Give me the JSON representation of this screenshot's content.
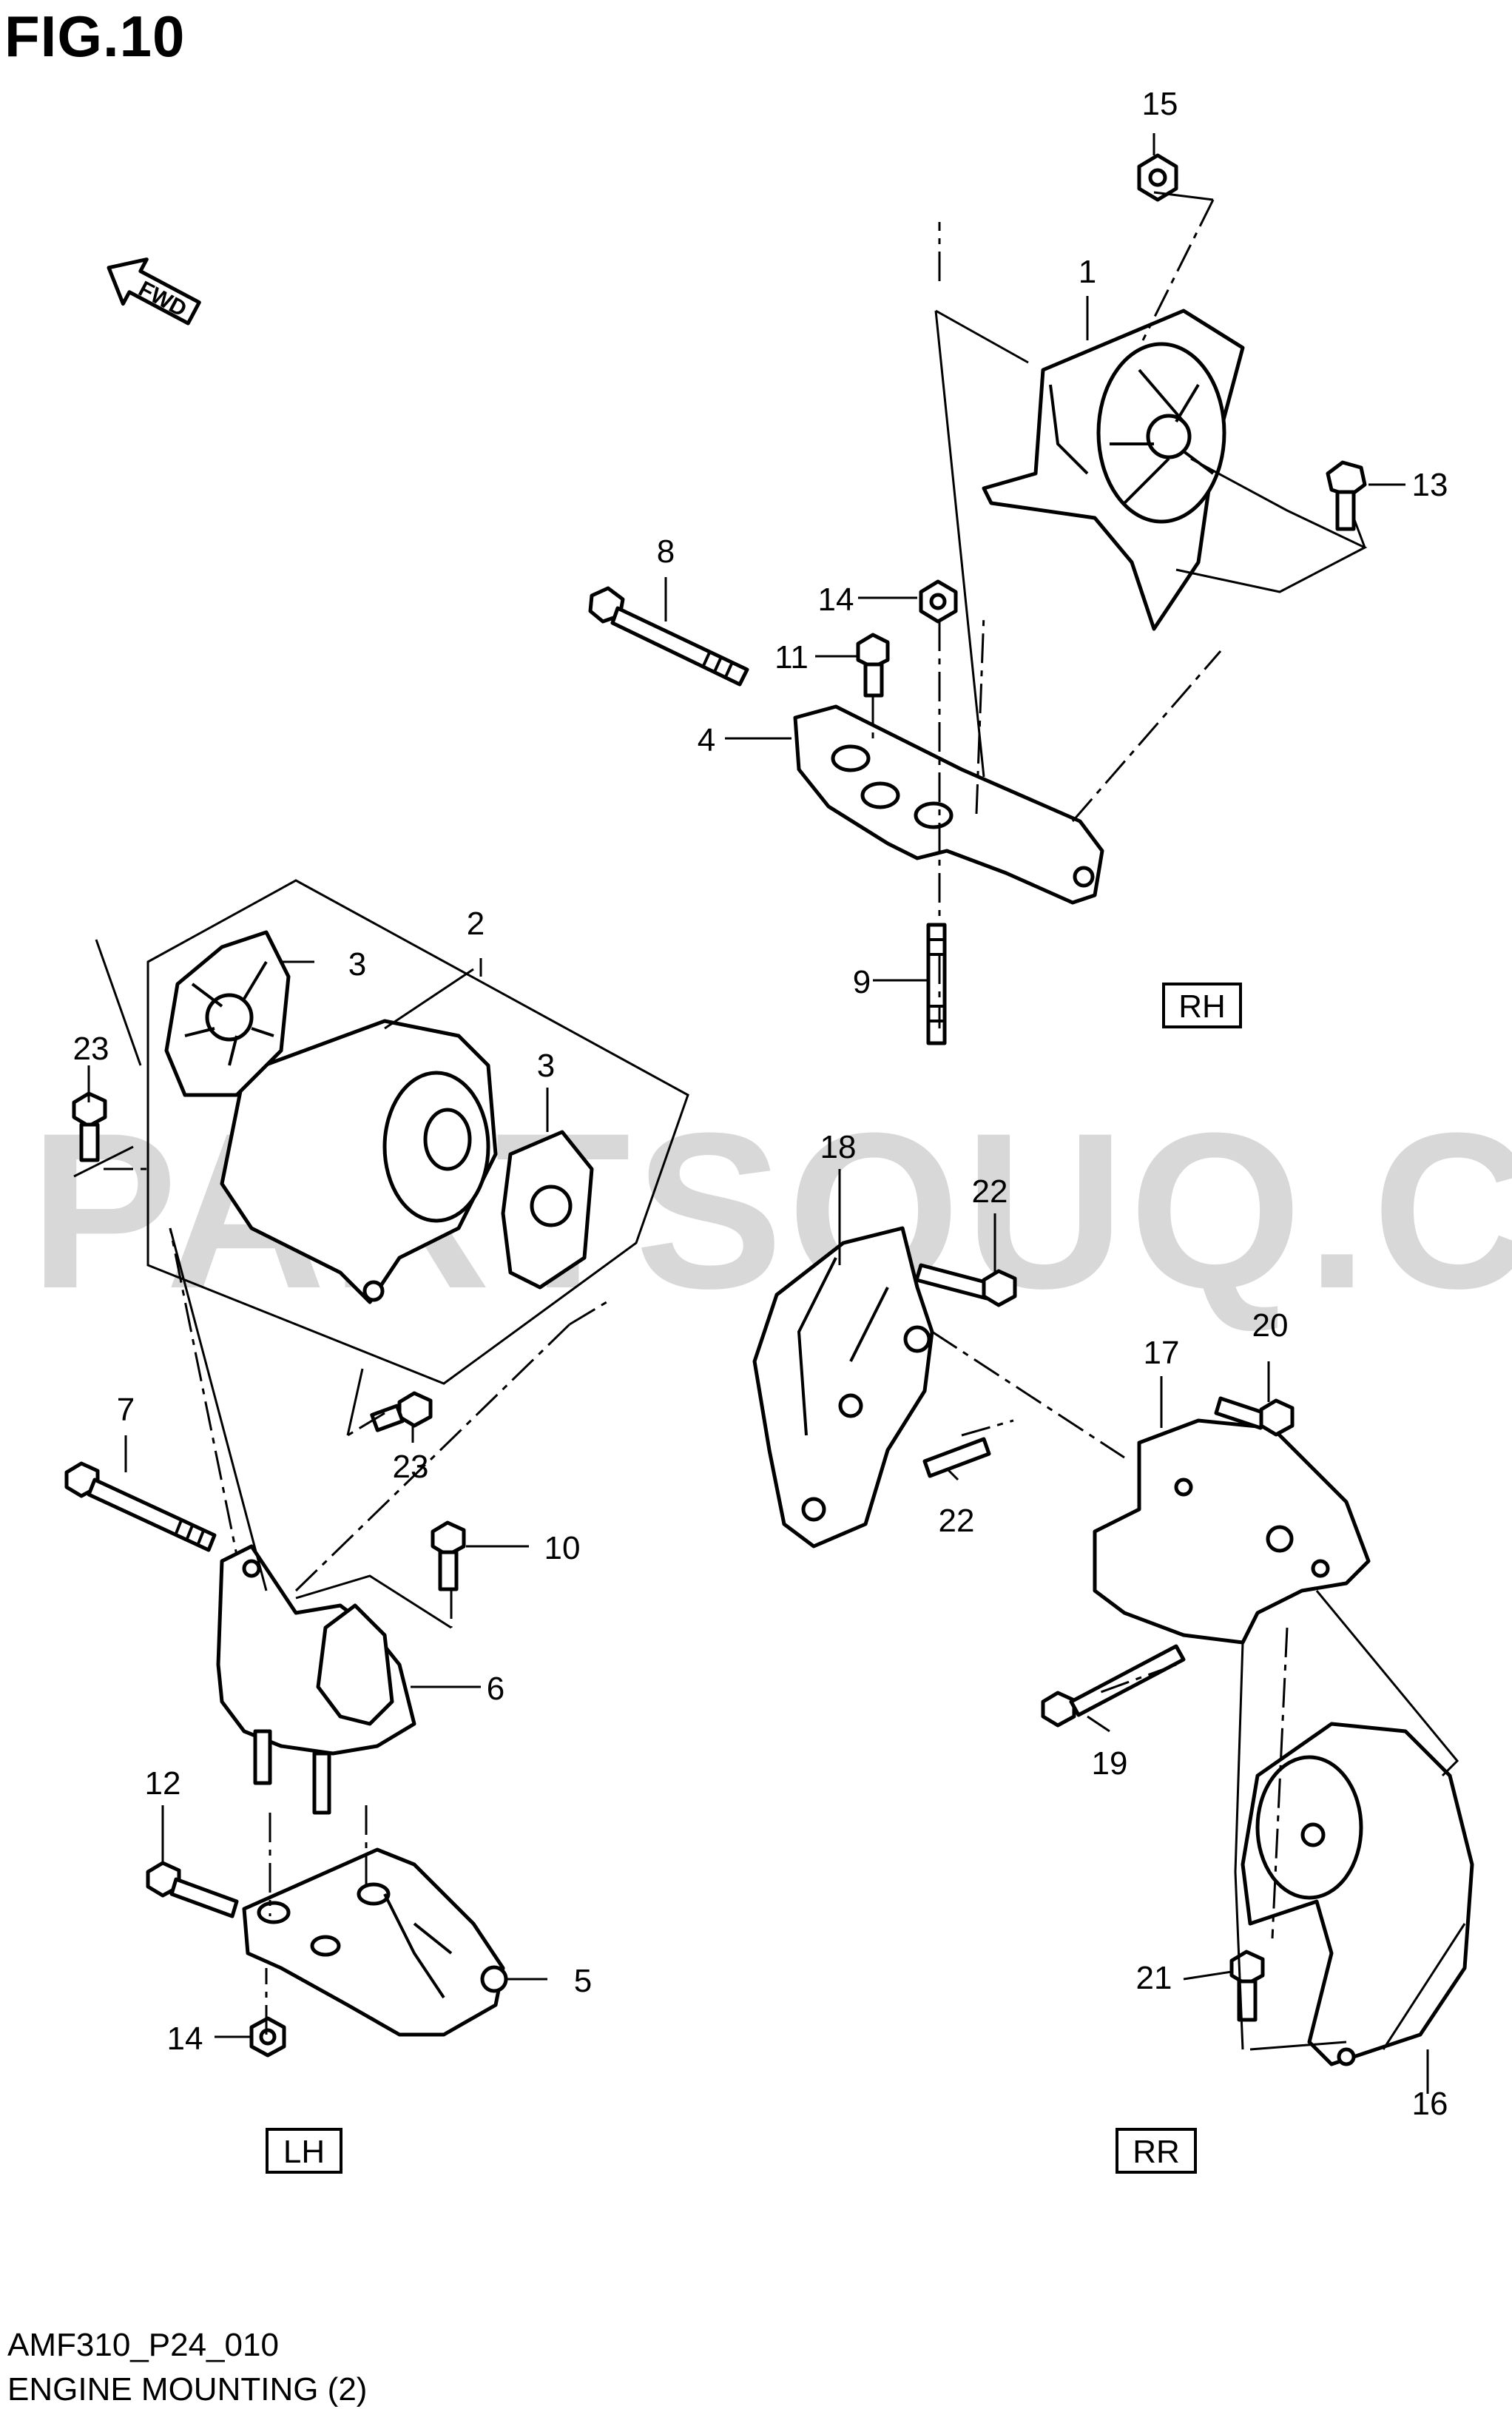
{
  "figure": {
    "title": "FIG.10",
    "code": "AMF310_P24_010",
    "caption": "ENGINE MOUNTING (2)",
    "watermark": "PARTSOUQ.COM",
    "fwd_label": "FWD"
  },
  "views": {
    "rh": "RH",
    "lh": "LH",
    "rr": "RR"
  },
  "callouts": {
    "c1": "1",
    "c2": "2",
    "c3a": "3",
    "c3b": "3",
    "c4": "4",
    "c5": "5",
    "c6": "6",
    "c7": "7",
    "c8": "8",
    "c9": "9",
    "c10": "10",
    "c11": "11",
    "c12": "12",
    "c13": "13",
    "c14a": "14",
    "c14b": "14",
    "c15": "15",
    "c16": "16",
    "c17": "17",
    "c18": "18",
    "c19": "19",
    "c20": "20",
    "c21": "21",
    "c22a": "22",
    "c22b": "22",
    "c23a": "23",
    "c23b": "23"
  }
}
